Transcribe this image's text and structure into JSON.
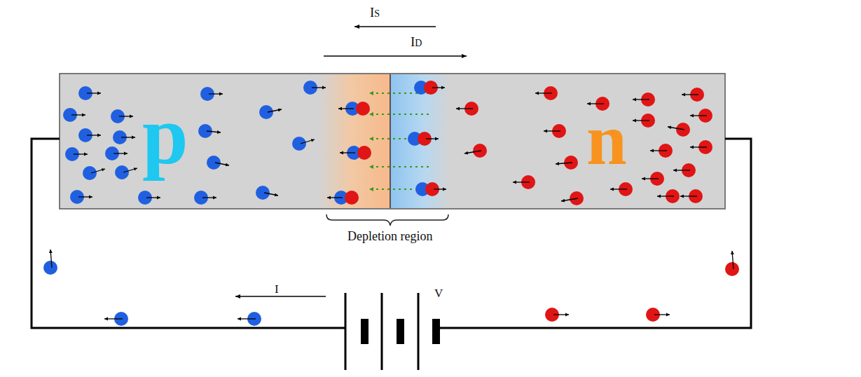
{
  "diagram": {
    "nodes": [
      {
        "text": [
          "p",
          "n"
        ]
      }
    ],
    "labels": [
      "IS",
      "ID",
      "Depletion region",
      "I",
      "V"
    ]
  }
}
